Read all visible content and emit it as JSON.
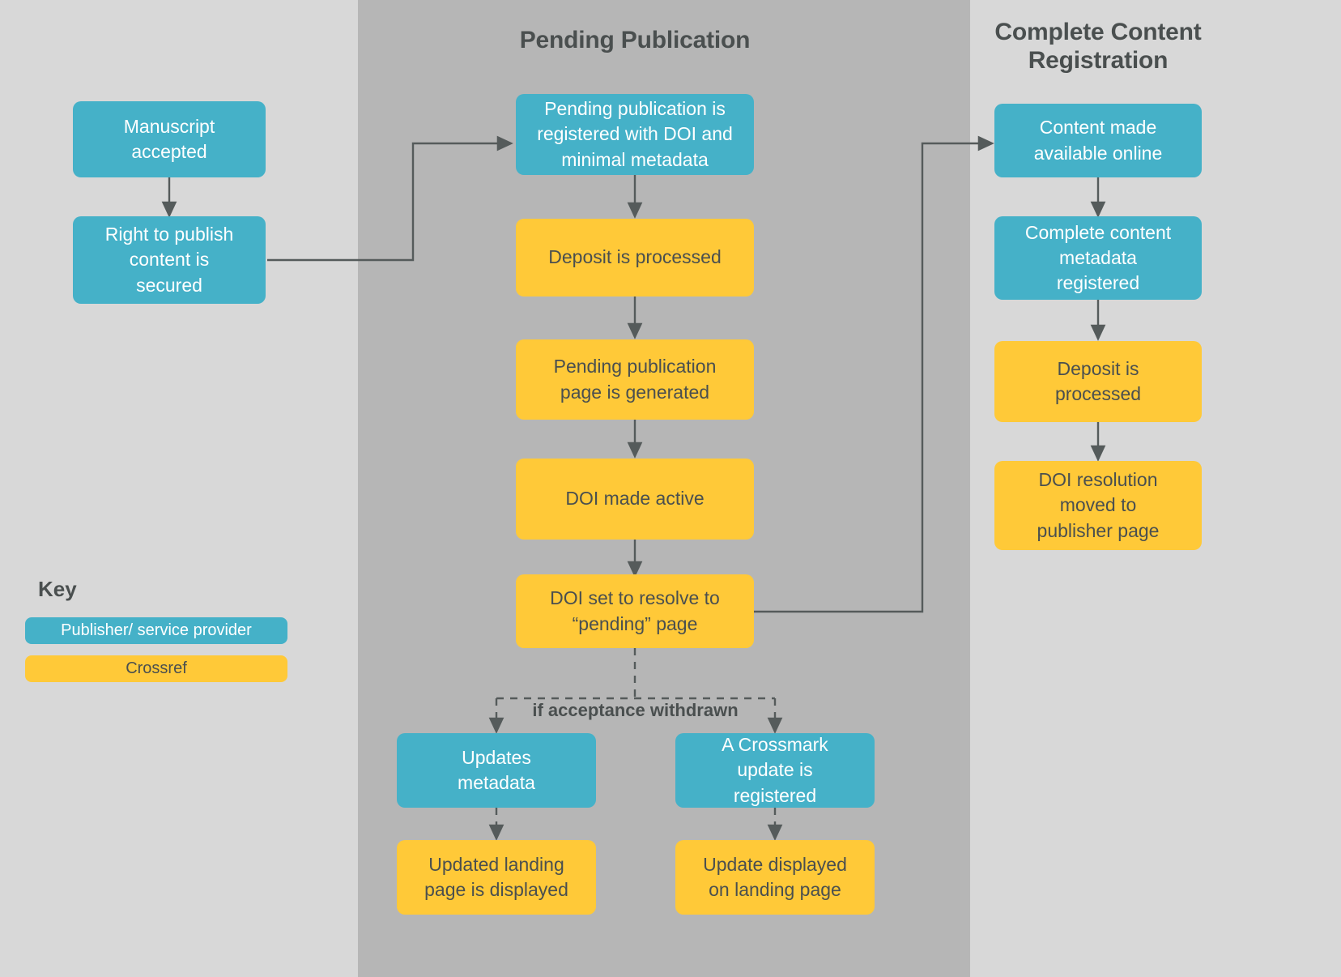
{
  "columns": [
    {
      "id": "accepted",
      "title": ""
    },
    {
      "id": "pending",
      "title": "Pending Publication"
    },
    {
      "id": "complete",
      "title": "Complete Content\nRegistration"
    }
  ],
  "headers": {
    "middle": "Pending Publication",
    "right_line1": "Complete Content",
    "right_line2": "Registration"
  },
  "nodes": {
    "manuscript_accepted": {
      "label": "Manuscript\naccepted",
      "type": "publisher"
    },
    "right_to_publish": {
      "label": "Right to publish\ncontent is\nsecured",
      "type": "publisher"
    },
    "pending_registered": {
      "label": "Pending publication is\nregistered with DOI and\nminimal metadata",
      "type": "publisher"
    },
    "deposit_processed_mid": {
      "label": "Deposit is processed",
      "type": "crossref"
    },
    "pending_page_generated": {
      "label": "Pending publication\npage is generated",
      "type": "crossref"
    },
    "doi_made_active": {
      "label": "DOI made active",
      "type": "crossref"
    },
    "doi_resolve_pending": {
      "label": "DOI set to resolve to\n“pending” page",
      "type": "crossref"
    },
    "updates_metadata": {
      "label": "Updates\nmetadata",
      "type": "publisher"
    },
    "crossmark_update": {
      "label": "A Crossmark\nupdate is\nregistered",
      "type": "publisher"
    },
    "updated_landing_page": {
      "label": "Updated landing\npage is displayed",
      "type": "crossref"
    },
    "update_displayed": {
      "label": "Update displayed\non landing page",
      "type": "crossref"
    },
    "content_available": {
      "label": "Content made\navailable online",
      "type": "publisher"
    },
    "complete_metadata": {
      "label": "Complete content\nmetadata\nregistered",
      "type": "publisher"
    },
    "deposit_processed_right": {
      "label": "Deposit is\nprocessed",
      "type": "crossref"
    },
    "doi_resolution_moved": {
      "label": "DOI resolution\nmoved to\npublisher page",
      "type": "crossref"
    }
  },
  "edge_labels": {
    "withdrawn": "if acceptance withdrawn"
  },
  "key": {
    "title": "Key",
    "items": [
      {
        "label": "Publisher/ service provider",
        "color": "#45b1c8"
      },
      {
        "label": "Crossref",
        "color": "#ffc938"
      }
    ]
  },
  "colors": {
    "publisher": "#45b1c8",
    "crossref": "#ffc938",
    "text_dark": "#4a4f4f",
    "band_light": "#d8d8d8",
    "band_dark": "#b6b6b6",
    "connector": "#555b5b"
  }
}
